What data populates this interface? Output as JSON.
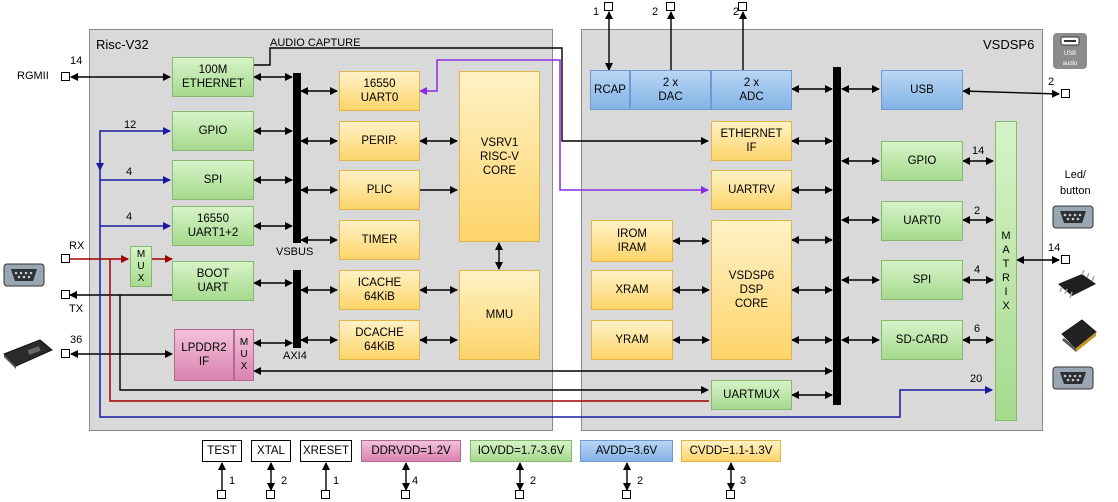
{
  "left_chip": {
    "title": "Risc-V32",
    "audio_capture": "AUDIO CAPTURE",
    "ethernet": "100M\nETHERNET",
    "gpio": "GPIO",
    "spi": "SPI",
    "uart12": "16550\nUART1+2",
    "mux": "M\nU\nX",
    "boot_uart": "BOOT\nUART",
    "lpddr2": "LPDDR2\nIF",
    "lpddr_mux": "M\nU\nX",
    "vsbus": "VSBUS",
    "axi4": "AXI4",
    "uart0": "16550\nUART0",
    "perip": "PERIP.",
    "plic": "PLIC",
    "timer": "TIMER",
    "icache": "ICACHE\n64KiB",
    "dcache": "DCACHE\n64KiB",
    "core": "VSRV1\nRISC-V\nCORE",
    "mmu": "MMU"
  },
  "right_chip": {
    "title": "VSDSP6",
    "rcap": "RCAP",
    "dac": "2 x\nDAC",
    "adc": "2 x\nADC",
    "ethernet_if": "ETHERNET\nIF",
    "uartrv": "UARTRV",
    "irom": "IROM\nIRAM",
    "xram": "XRAM",
    "yram": "YRAM",
    "dsp_core": "VSDSP6\nDSP\nCORE",
    "uartmux": "UARTMUX",
    "usb": "USB",
    "gpio": "GPIO",
    "uart0": "UART0",
    "spi": "SPI",
    "sdcard": "SD-CARD",
    "matrix": "M\nA\nT\nR\nI\nX"
  },
  "external_labels": {
    "rgmii": "RGMII",
    "rx": "RX",
    "tx": "TX",
    "led_button": "Led/\nbutton",
    "usb_icon_text": "USB",
    "usb_icon_sub": "audio"
  },
  "pin_counts": {
    "rgmii": "14",
    "gpio_left": "12",
    "spi_left": "4",
    "uart12": "4",
    "lpddr": "36",
    "rcap": "1",
    "dac": "2",
    "adc": "2",
    "usb": "2",
    "gpio_right": "14",
    "uart0_right": "2",
    "spi_right": "4",
    "sdcard": "6",
    "uartmux_matrix": "20",
    "matrix_out": "14"
  },
  "bottom_boxes": [
    {
      "label": "TEST",
      "count": "1"
    },
    {
      "label": "XTAL",
      "count": "2"
    },
    {
      "label": "XRESET",
      "count": "1"
    },
    {
      "label": "DDRVDD=1.2V",
      "count": "4"
    },
    {
      "label": "IOVDD=1.7-3.6V",
      "count": "2"
    },
    {
      "label": "AVDD=3.6V",
      "count": "2"
    },
    {
      "label": "CVDD=1.1-1.3V",
      "count": "3"
    }
  ],
  "colors": {
    "green": "#a6da8e",
    "yellow": "#fdd46a",
    "blue": "#84b3e6",
    "pink": "#d983b1",
    "purple": "#8a2be2",
    "dark_blue": "#1a1aa0",
    "dark_red": "#a00000"
  }
}
